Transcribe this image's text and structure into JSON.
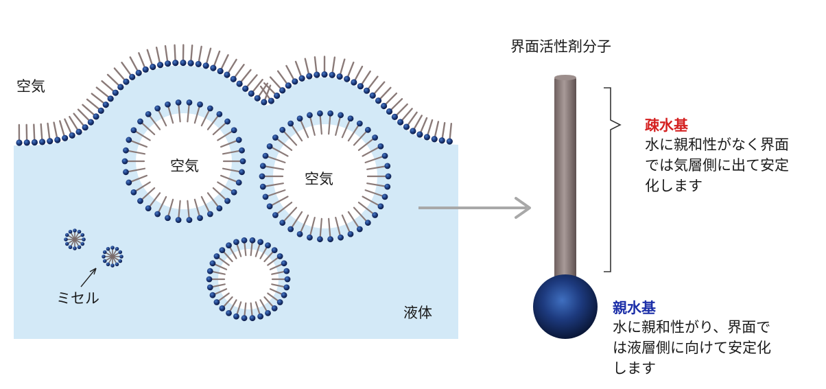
{
  "labels": {
    "air_top": "空気",
    "air_bubble_1": "空気",
    "air_bubble_2": "空気",
    "micelle": "ミセル",
    "liquid": "液体",
    "molecule_title": "界面活性剤分子"
  },
  "hydrophobic": {
    "heading": "疎水基",
    "heading_color": "#d42020",
    "description_lines": [
      "水に親和性がなく界面",
      "では気層側に出て安定",
      "化します"
    ]
  },
  "hydrophilic": {
    "heading": "親水基",
    "heading_color": "#1c2fa8",
    "description_lines": [
      "水に親和性がり、界面で",
      "は液層側に向けて安定化",
      "します"
    ]
  },
  "colors": {
    "liquid": "#d3e9f7",
    "head_dark": "#0f2152",
    "head_light": "#3a66b4",
    "tail": "#8a7a78",
    "arrow": "#a8a8a8"
  }
}
